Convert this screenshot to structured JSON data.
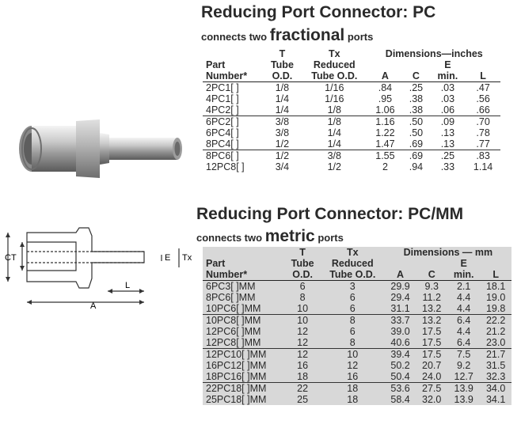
{
  "pc": {
    "title": "Reducing Port Connector: PC",
    "subtitle_pre": "connects two",
    "subtitle_big": "fractional",
    "subtitle_post": "ports",
    "headers": {
      "part": "Part",
      "part2": "Number*",
      "t": "T",
      "t2": "Tube",
      "t3": "O.D.",
      "tx": "Tx",
      "tx2": "Reduced",
      "tx3": "Tube O.D.",
      "dims": "Dimensions—inches",
      "a": "A",
      "c": "C",
      "e": "E",
      "e2": "min.",
      "l": "L"
    },
    "rows": [
      [
        "2PC1[ ]",
        "1/8",
        "1/16",
        ".84",
        ".25",
        ".03",
        ".47"
      ],
      [
        "4PC1[ ]",
        "1/4",
        "1/16",
        ".95",
        ".38",
        ".03",
        ".56"
      ],
      [
        "4PC2[ ]",
        "1/4",
        "1/8",
        "1.06",
        ".38",
        ".06",
        ".66"
      ],
      [
        "6PC2[ ]",
        "3/8",
        "1/8",
        "1.16",
        ".50",
        ".09",
        ".70"
      ],
      [
        "6PC4[ ]",
        "3/8",
        "1/4",
        "1.22",
        ".50",
        ".13",
        ".78"
      ],
      [
        "8PC4[ ]",
        "1/2",
        "1/4",
        "1.47",
        ".69",
        ".13",
        ".77"
      ],
      [
        "8PC6[ ]",
        "1/2",
        "3/8",
        "1.55",
        ".69",
        ".25",
        ".83"
      ],
      [
        "12PC8[ ]",
        "3/4",
        "1/2",
        "2",
        ".94",
        ".33",
        "1.14"
      ]
    ]
  },
  "mm": {
    "title": "Reducing Port Connector: PC/MM",
    "subtitle_pre": "connects two",
    "subtitle_big": "metric",
    "subtitle_post": "ports",
    "headers": {
      "part": "Part",
      "part2": "Number*",
      "t": "T",
      "t2": "Tube",
      "t3": "O.D.",
      "tx": "Tx",
      "tx2": "Reduced",
      "tx3": "Tube O.D.",
      "dims": "Dimensions — mm",
      "a": "A",
      "c": "C",
      "e": "E",
      "e2": "min.",
      "l": "L"
    },
    "rows": [
      [
        "6PC3[ ]MM",
        "6",
        "3",
        "29.9",
        "9.3",
        "2.1",
        "18.1"
      ],
      [
        "8PC6[ ]MM",
        "8",
        "6",
        "29.4",
        "11.2",
        "4.4",
        "19.0"
      ],
      [
        "10PC6[ ]MM",
        "10",
        "6",
        "31.1",
        "13.2",
        "4.4",
        "19.8"
      ],
      [
        "10PC8[ ]MM",
        "10",
        "8",
        "33.7",
        "13.2",
        "6.4",
        "22.2"
      ],
      [
        "12PC6[ ]MM",
        "12",
        "6",
        "39.0",
        "17.5",
        "4.4",
        "21.2"
      ],
      [
        "12PC8[ ]MM",
        "12",
        "8",
        "40.6",
        "17.5",
        "6.4",
        "23.0"
      ],
      [
        "12PC10[ ]MM",
        "12",
        "10",
        "39.4",
        "17.5",
        "7.5",
        "21.7"
      ],
      [
        "16PC12[ ]MM",
        "16",
        "12",
        "50.2",
        "20.7",
        "9.2",
        "31.5"
      ],
      [
        "18PC16[ ]MM",
        "18",
        "16",
        "50.4",
        "24.0",
        "12.7",
        "32.3"
      ],
      [
        "22PC18[ ]MM",
        "22",
        "18",
        "53.6",
        "27.5",
        "13.9",
        "34.0"
      ],
      [
        "25PC18[ ]MM",
        "25",
        "18",
        "58.4",
        "32.0",
        "13.9",
        "34.1"
      ]
    ]
  },
  "diagram": {
    "label_c": "C",
    "label_t": "T",
    "label_e": "E",
    "label_tx": "Tx",
    "label_l": "L",
    "label_a": "A"
  }
}
